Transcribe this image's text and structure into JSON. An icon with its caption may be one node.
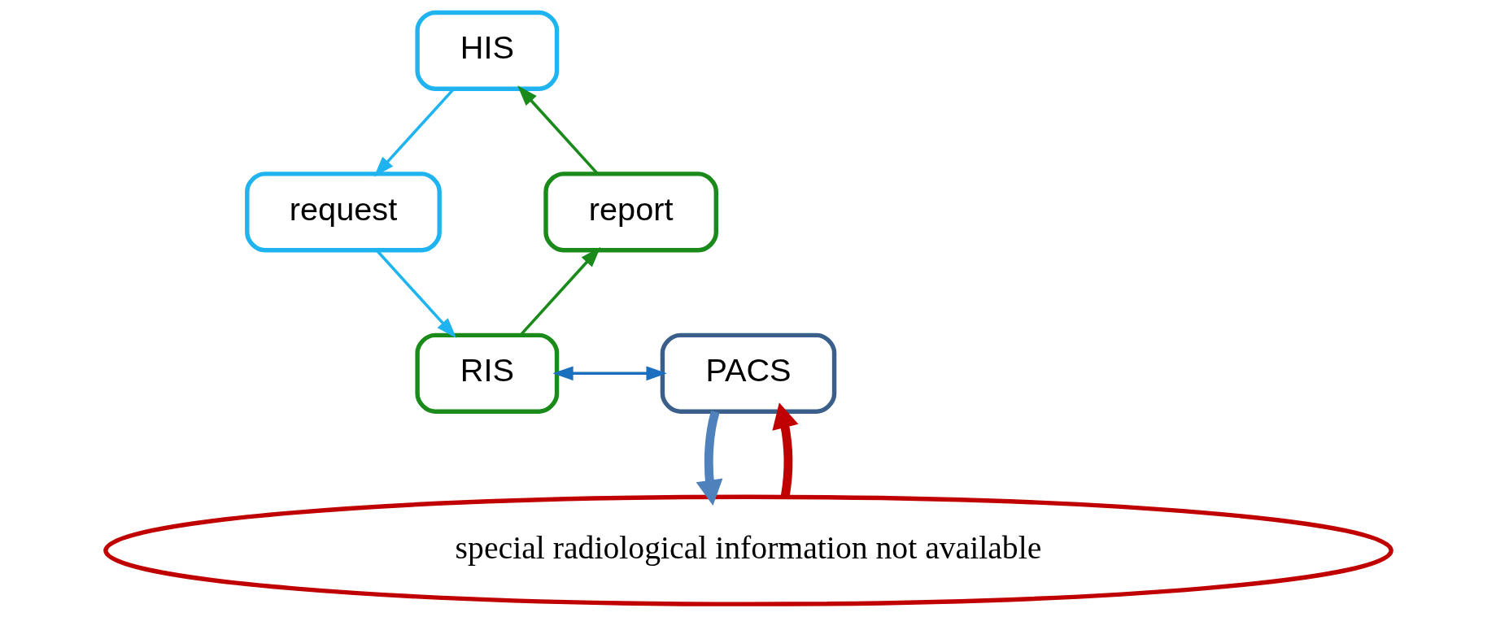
{
  "diagram": {
    "nodes": [
      {
        "text": [
          "HIS"
        ]
      },
      {
        "text": [
          "request"
        ]
      },
      {
        "text": [
          "RIS"
        ]
      },
      {
        "text": [
          "PACS"
        ]
      },
      {
        "text": [
          "report"
        ]
      },
      {
        "text": [
          "special radiological information not available"
        ]
      }
    ],
    "edges": [
      {
        "from": 0,
        "to": 1,
        "arrow": "to",
        "color": "#1fb4ef"
      },
      {
        "from": 1,
        "to": 2,
        "arrow": "to",
        "color": "#1fb4ef"
      },
      {
        "from": 2,
        "to": 3,
        "arrow": "both",
        "color": "#1a6fbf"
      },
      {
        "from": 2,
        "to": 4,
        "arrow": "to",
        "color": "#1a8a1a"
      },
      {
        "from": 4,
        "to": 0,
        "arrow": "to",
        "color": "#1a8a1a"
      },
      {
        "from": 5,
        "to": 3,
        "arrow": "to",
        "style": "thick",
        "color": "#c00000"
      },
      {
        "from": 3,
        "to": 5,
        "arrow": "to",
        "style": "thick",
        "color": "#4f81bd"
      }
    ]
  }
}
